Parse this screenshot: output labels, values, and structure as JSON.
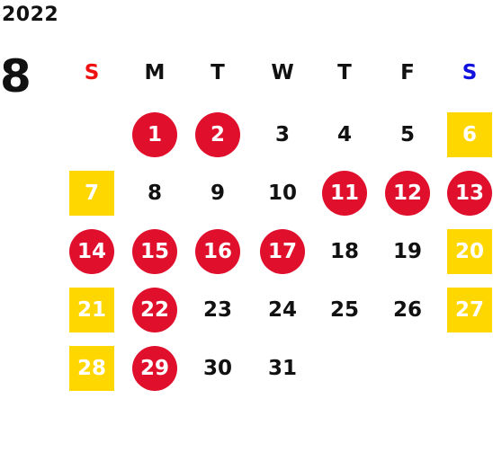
{
  "calendar": {
    "year": "2022",
    "month": "8",
    "colors": {
      "holiday_circle": "#e0102d",
      "weekend_box": "#ffd700",
      "sunday_label": "#ee1111",
      "saturday_label": "#1111dd",
      "text": "#111111",
      "text_on_color": "#ffffff"
    },
    "weekdays": [
      "S",
      "M",
      "T",
      "W",
      "T",
      "F",
      "S"
    ],
    "weeks": [
      [
        null,
        {
          "d": "1",
          "t": "holiday"
        },
        {
          "d": "2",
          "t": "holiday"
        },
        {
          "d": "3",
          "t": "normal"
        },
        {
          "d": "4",
          "t": "normal"
        },
        {
          "d": "5",
          "t": "normal"
        },
        {
          "d": "6",
          "t": "weekend"
        }
      ],
      [
        {
          "d": "7",
          "t": "weekend"
        },
        {
          "d": "8",
          "t": "normal"
        },
        {
          "d": "9",
          "t": "normal"
        },
        {
          "d": "10",
          "t": "normal"
        },
        {
          "d": "11",
          "t": "holiday"
        },
        {
          "d": "12",
          "t": "holiday"
        },
        {
          "d": "13",
          "t": "holiday"
        }
      ],
      [
        {
          "d": "14",
          "t": "holiday"
        },
        {
          "d": "15",
          "t": "holiday"
        },
        {
          "d": "16",
          "t": "holiday"
        },
        {
          "d": "17",
          "t": "holiday"
        },
        {
          "d": "18",
          "t": "normal"
        },
        {
          "d": "19",
          "t": "normal"
        },
        {
          "d": "20",
          "t": "weekend"
        }
      ],
      [
        {
          "d": "21",
          "t": "weekend"
        },
        {
          "d": "22",
          "t": "holiday"
        },
        {
          "d": "23",
          "t": "normal"
        },
        {
          "d": "24",
          "t": "normal"
        },
        {
          "d": "25",
          "t": "normal"
        },
        {
          "d": "26",
          "t": "normal"
        },
        {
          "d": "27",
          "t": "weekend"
        }
      ],
      [
        {
          "d": "28",
          "t": "weekend"
        },
        {
          "d": "29",
          "t": "holiday"
        },
        {
          "d": "30",
          "t": "normal"
        },
        {
          "d": "31",
          "t": "normal"
        },
        null,
        null,
        null
      ]
    ]
  }
}
